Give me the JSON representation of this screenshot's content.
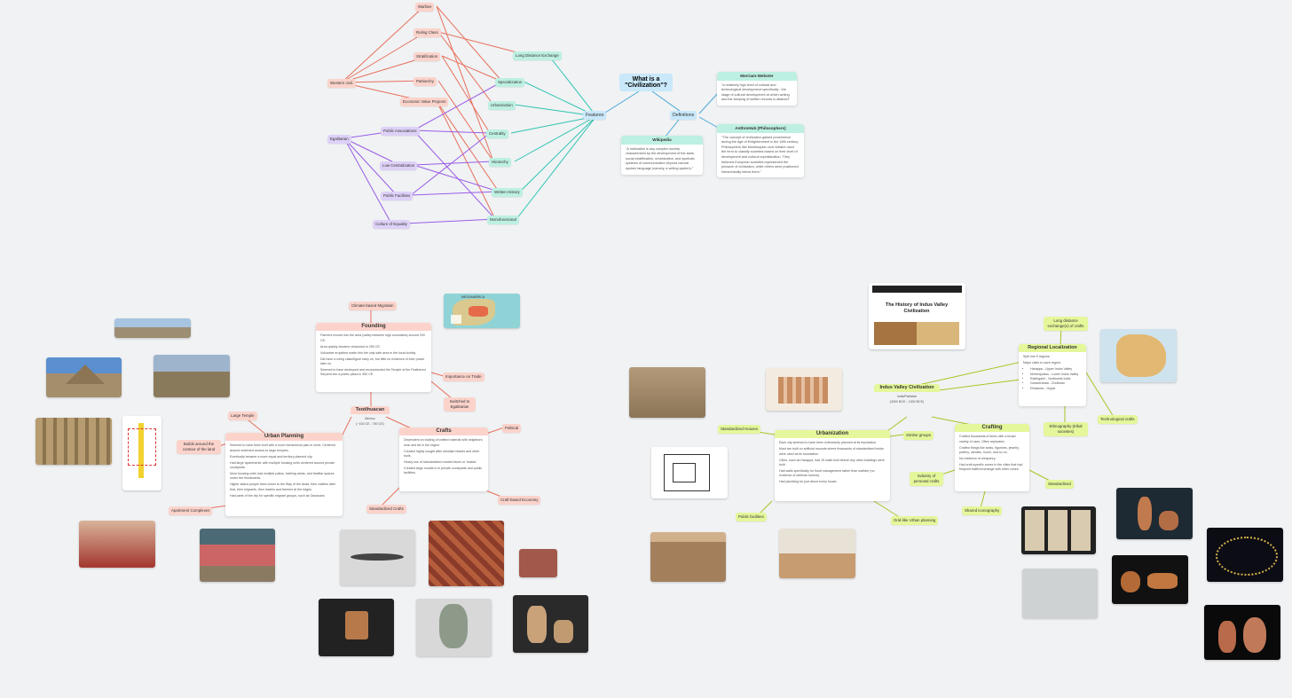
{
  "central": {
    "title": "What is a \"Civilization\"?"
  },
  "hubs": {
    "features": "Features",
    "definitions": "Definitions",
    "westerncivil": "Western civil.",
    "egalitarian": "Egalitarian"
  },
  "salmon_features": [
    "Warfare",
    "Ruling Class",
    "Stratification",
    "Patriarchy",
    "Economic Value Projects"
  ],
  "teal_features": [
    "Long Distance Exchange",
    "Specialization",
    "Urbanization",
    "Centrality",
    "Hierarchy",
    "Written History",
    "Monofunctional"
  ],
  "purple_features": [
    "Public Associations",
    "Low Centralization",
    "Public Facilities",
    "Culture of Equality"
  ],
  "definitions": {
    "merriam": {
      "title": "Merriam-Webster",
      "text": "\"a relatively high level of cultural and technological development specifically : the stage of cultural development at which writing and the keeping of written records is attained\""
    },
    "anthrohub": {
      "title": "AnthroHub (Philosophers)",
      "text": "\"The concept of civilization gained prominence during the Age of Enlightenment in the 18th century. Philosophers like Montesquieu and Voltaire used the term to classify societies based on their level of development and cultural sophistication. They believed European societies represented the pinnacle of civilization, while others were positioned hierarchically below them.\""
    },
    "wikipedia": {
      "title": "Wikipedia",
      "text": "\"A civilization is any complex society characterized by the development of the state, social stratification, urbanization, and symbolic systems of communication beyond natural spoken language (namely, a writing system).\""
    }
  },
  "teotihuacan": {
    "center": {
      "title": "Teotihuacan",
      "sub1": "Mexico",
      "sub2": "(~100 CE - 750 CE)"
    },
    "founding": {
      "title": "Founding",
      "items": [
        "Farmers moved into the area (valley between high mountains) around 200 CE.",
        "Area quickly became urbanized in 250 CE.",
        "Volcanice eruptions made this the only safe area in the local vicinity.",
        "Did have a ruling class/figure early on, but little no evidence of their power later on.",
        "Seemed to have destroyed and reconstructed the Temple of the Feathered Serpent into a public plaza in 350 CE."
      ]
    },
    "urban": {
      "title": "Urban Planning",
      "items": [
        "Seemed to have been built with a more hierarchical plan in mind. Centered around restricted access to large temples.",
        "Eventually became a more equal and territory planned city.",
        "Had large 'apartments' with multiple housing units centered around private courtyards.",
        "Most housing units had multiple patios, bathing areas, and familiar spaces under the floorboards.",
        "Higher status people lived closer to the Way of the dead, then crafters after that, then migrants, then traders and farmers at the edges.",
        "Had parts of the city for specific migrant groups, such as Oaxacans"
      ]
    },
    "crafts": {
      "title": "Crafts",
      "items": [
        "Dependent on trading of crafted material with neighbors near and far in the region.",
        "Created highly sought after obsidian blades and other tools.",
        "Heavy use of standardized molded faces or 'masks'.",
        "Created large murals in in private courtyards and public facilities."
      ]
    },
    "tags": {
      "climate": "Climate-based Migration",
      "importance": "Importance on Trade",
      "switched": "Switched to Egalitarian",
      "large_temple": "Large Temple",
      "builds_around": "Builds around the contour of the land",
      "apartment": "Apartment Complexes",
      "standardized": "Standardized Crafts",
      "political": "Political",
      "craft_economy": "Craft-based Economy"
    },
    "map_label": "MESOAMERICA"
  },
  "indus": {
    "center": {
      "title": "Indus Valley Civilization",
      "sub1": "India/Pakistan",
      "sub2": "(3300 BCE - 1300 BCE)"
    },
    "urbanization": {
      "title": "Urbanization",
      "items": [
        "Each city seemed to have been extensively planned at its foundation.",
        "Most are built on artificial mounds where thousands of standardized bricks were used as its foundation.",
        "Cities, such as Harappa, had 15 walls built before any other buildings were built.",
        "Had walls specifically for flood management rather than warfare (no evidence of defense towers).",
        "Had plumbing for just about every house."
      ]
    },
    "crafting": {
      "title": "Crafting",
      "items": [
        "Crafted thousands of items with a broad variety of uses. Often replicated.",
        "Crafted things like seals, figurines, jewelry, pottery, utensils, horns, and so on.",
        "No evidence of weaponry.",
        "Had craft-specific zones in the cities that had frequent traffic/exchange with other zones."
      ]
    },
    "regional": {
      "title": "Regional Localization",
      "intro": "Split into 5 regions.",
      "intro2": "Major cities in each region:",
      "list": [
        "Harappa - Upper Indus Valley",
        "Mohenjodaro - Lower Indus Valley",
        "Rakhigarhi - Northwest India",
        "Ganweriwala - Cholistan",
        "Dholavira - Gujrat"
      ]
    },
    "tags": {
      "standardized_houses": "Standardized Houses",
      "similar_groups": "Similar groups",
      "public_facilities": "Public facilities",
      "grid_plan": "Grid-like Urban planning",
      "industry": "Industry of personal crafts",
      "standardized": "Standardized",
      "shared_iconography": "Shared iconography",
      "ethnography": "Ethnography (tribal societies)",
      "long_distance": "Long distance exchange(s) of crafts",
      "technological": "Technological crafts"
    },
    "doc": {
      "title": "The History of Indus Valley Civilization"
    }
  },
  "colors": {
    "salmon": "#fbd3cb",
    "teal": "#bdf0e2",
    "purple": "#ded1f7",
    "lime": "#e4f79a",
    "blue": "#c9e8fa",
    "salmon_line": "#e8705b",
    "teal_line": "#2ec4b0",
    "purple_line": "#9b5de5",
    "lime_line": "#a8c523",
    "blue_line": "#4aa8d8"
  }
}
